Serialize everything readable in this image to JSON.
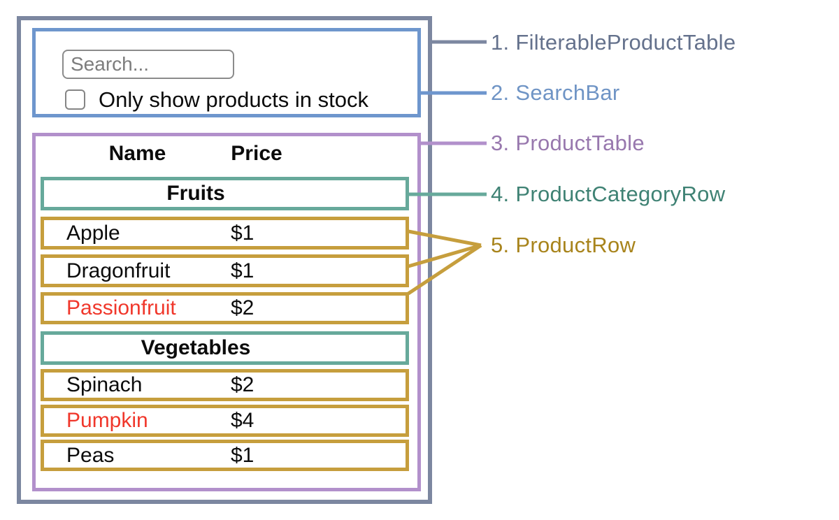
{
  "search": {
    "placeholder": "Search...",
    "checkbox_label": "Only show products in stock",
    "checkbox_checked": false
  },
  "table": {
    "headers": {
      "name": "Name",
      "price": "Price"
    },
    "sections": [
      {
        "category": "Fruits",
        "rows": [
          {
            "name": "Apple",
            "price": "$1",
            "in_stock": true
          },
          {
            "name": "Dragonfruit",
            "price": "$1",
            "in_stock": true
          },
          {
            "name": "Passionfruit",
            "price": "$2",
            "in_stock": false
          }
        ]
      },
      {
        "category": "Vegetables",
        "rows": [
          {
            "name": "Spinach",
            "price": "$2",
            "in_stock": true
          },
          {
            "name": "Pumpkin",
            "price": "$4",
            "in_stock": false
          },
          {
            "name": "Peas",
            "price": "$1",
            "in_stock": true
          }
        ]
      }
    ]
  },
  "labels": [
    {
      "text": "1. FilterableProductTable",
      "color": "#64718c"
    },
    {
      "text": "2. SearchBar",
      "color": "#6f94c5"
    },
    {
      "text": "3. ProductTable",
      "color": "#9878ae"
    },
    {
      "text": "4. ProductCategoryRow",
      "color": "#3f8274"
    },
    {
      "text": "5. ProductRow",
      "color": "#a8841c"
    }
  ],
  "colors": {
    "filterable_product_table_border": "#7c87a0",
    "search_bar_border": "#6e96cd",
    "product_table_border": "#b290cb",
    "product_category_row_border": "#67a99b",
    "product_row_border": "#c69e3d",
    "out_of_stock_text": "#f0372b"
  }
}
